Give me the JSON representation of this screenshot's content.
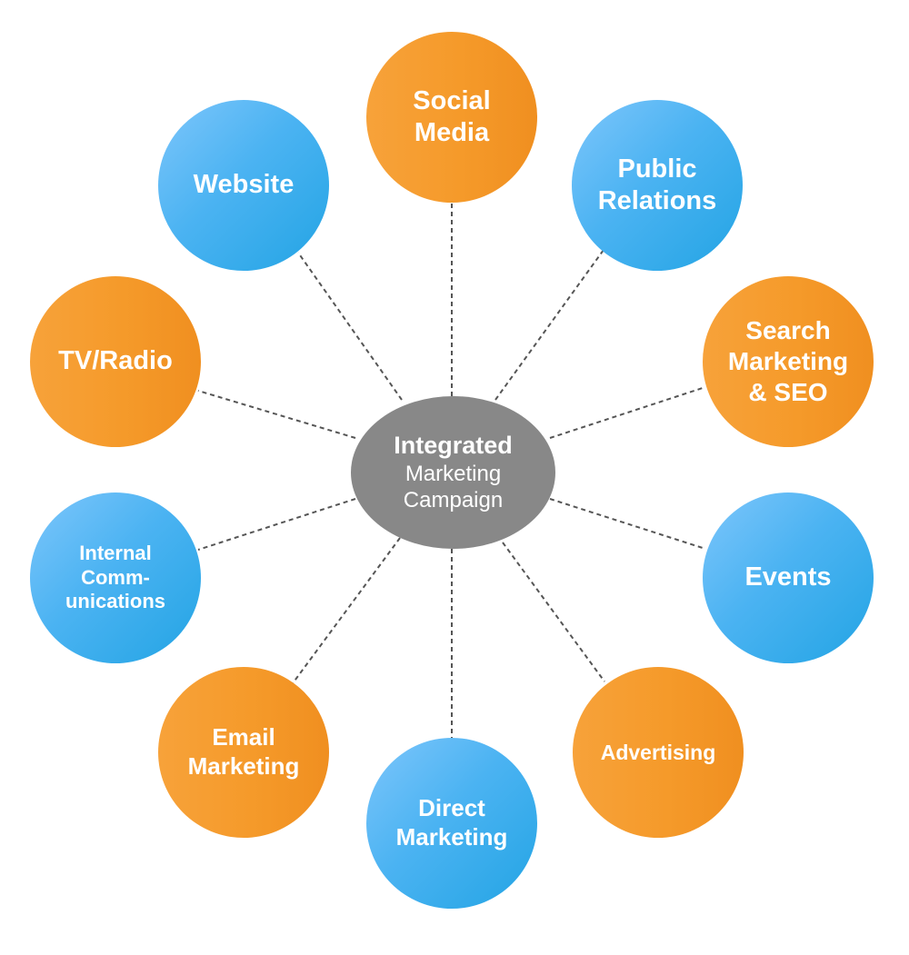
{
  "center": {
    "line1": "Integrated",
    "line2": "Marketing",
    "line3": "Campaign"
  },
  "colors": {
    "orange": "#F59A2A",
    "blue": "#4BB3F2",
    "center": "#888888",
    "connector": "#555555"
  },
  "nodes": [
    {
      "id": "social-media",
      "lines": [
        "Social",
        "Media"
      ],
      "color": "orange"
    },
    {
      "id": "public-relations",
      "lines": [
        "Public",
        "Relations"
      ],
      "color": "blue"
    },
    {
      "id": "search-marketing-seo",
      "lines": [
        "Search",
        "Marketing",
        "& SEO"
      ],
      "color": "orange"
    },
    {
      "id": "events",
      "lines": [
        "Events"
      ],
      "color": "blue"
    },
    {
      "id": "advertising",
      "lines": [
        "Advertising"
      ],
      "color": "orange"
    },
    {
      "id": "direct-marketing",
      "lines": [
        "Direct",
        "Marketing"
      ],
      "color": "blue"
    },
    {
      "id": "email-marketing",
      "lines": [
        "Email",
        "Marketing"
      ],
      "color": "orange"
    },
    {
      "id": "internal-communications",
      "lines": [
        "Internal",
        "Comm-",
        "unications"
      ],
      "color": "blue"
    },
    {
      "id": "tv-radio",
      "lines": [
        "TV/Radio"
      ],
      "color": "orange"
    },
    {
      "id": "website",
      "lines": [
        "Website"
      ],
      "color": "blue"
    }
  ]
}
